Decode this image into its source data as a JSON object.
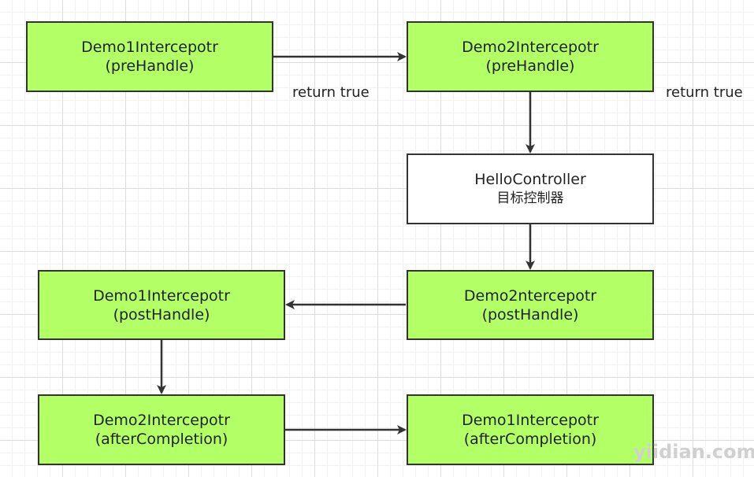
{
  "nodes": {
    "demo1_prehandle": {
      "line1": "Demo1Intercepotr",
      "line2": "(preHandle)",
      "fill": "#b3ff66"
    },
    "demo2_prehandle": {
      "line1": "Demo2Intercepotr",
      "line2": "(preHandle)",
      "fill": "#b3ff66"
    },
    "hello_controller": {
      "line1": "HelloController",
      "line2": "目标控制器",
      "fill": "#ffffff"
    },
    "demo2_posthandle": {
      "line1": "Demo2ntercepotr",
      "line2": "(postHandle)",
      "fill": "#b3ff66"
    },
    "demo1_posthandle": {
      "line1": "Demo1Intercepotr",
      "line2": "(postHandle)",
      "fill": "#b3ff66"
    },
    "demo2_aftercompletion": {
      "line1": "Demo2Intercepotr",
      "line2": "(afterCompletion)",
      "fill": "#b3ff66"
    },
    "demo1_aftercompletion": {
      "line1": "Demo1Intercepotr",
      "line2": "(afterCompletion)",
      "fill": "#b3ff66"
    }
  },
  "edge_labels": {
    "return_true_1": "return true",
    "return_true_2": "return true"
  },
  "watermark": "yiidian.com"
}
